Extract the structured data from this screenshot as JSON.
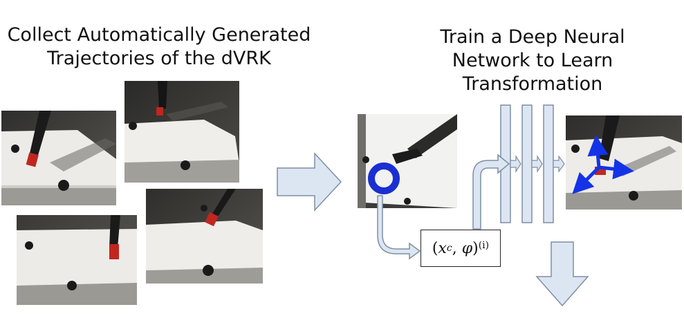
{
  "left_heading": {
    "line1": "Collect Automatically Generated",
    "line2": "Trajectories of the dVRK"
  },
  "right_heading": {
    "line1": "Train a Deep Neural",
    "line2": "Network to Learn",
    "line3": "Transformation"
  },
  "formula": {
    "open_paren": "(",
    "x": "x",
    "x_sub": "c",
    "comma": ", ",
    "phi": "φ",
    "close_paren": ")",
    "sup": "(i)"
  },
  "colors": {
    "arrow_fill": "#dce6f2",
    "arrow_stroke": "#7f8ea3",
    "highlight_ring": "#1a2fd1",
    "pose_arrows": "#1433e6",
    "gripper_red": "#c0261f",
    "paper_white": "#f2f2f0",
    "background_dark": "#3a3a38"
  }
}
